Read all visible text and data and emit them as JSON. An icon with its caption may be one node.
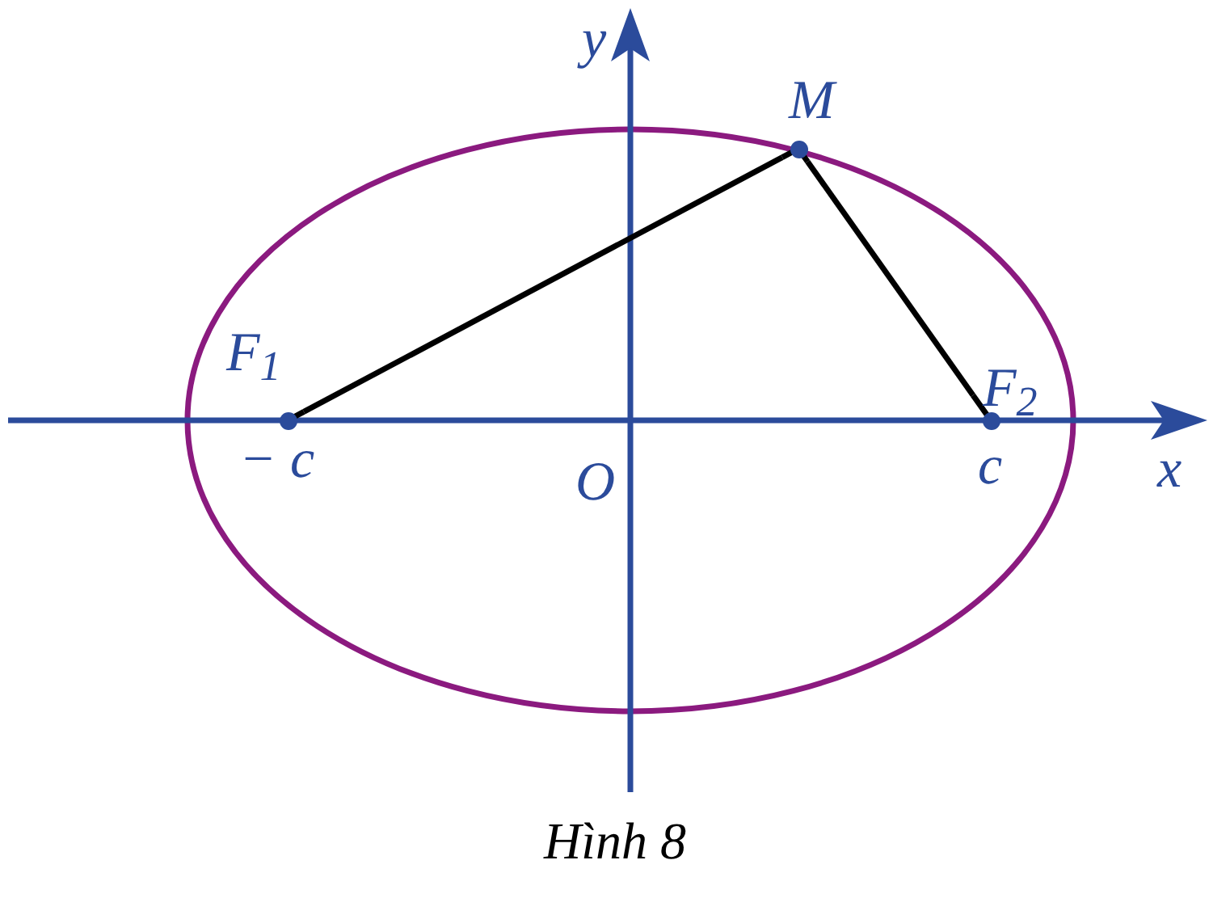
{
  "diagram": {
    "caption": "Hình 8",
    "nodes": [
      {
        "text": [
          "M"
        ]
      },
      {
        "text": [
          "F$_{1}$"
        ]
      },
      {
        "text": [
          "F$_{2}$"
        ]
      }
    ],
    "edges": [
      {
        "from": 1,
        "to": 0,
        "arrow": "none"
      },
      {
        "from": 0,
        "to": 2,
        "arrow": "none"
      }
    ],
    "labels": [
      "y",
      "− c",
      "c",
      "x",
      "O"
    ]
  }
}
